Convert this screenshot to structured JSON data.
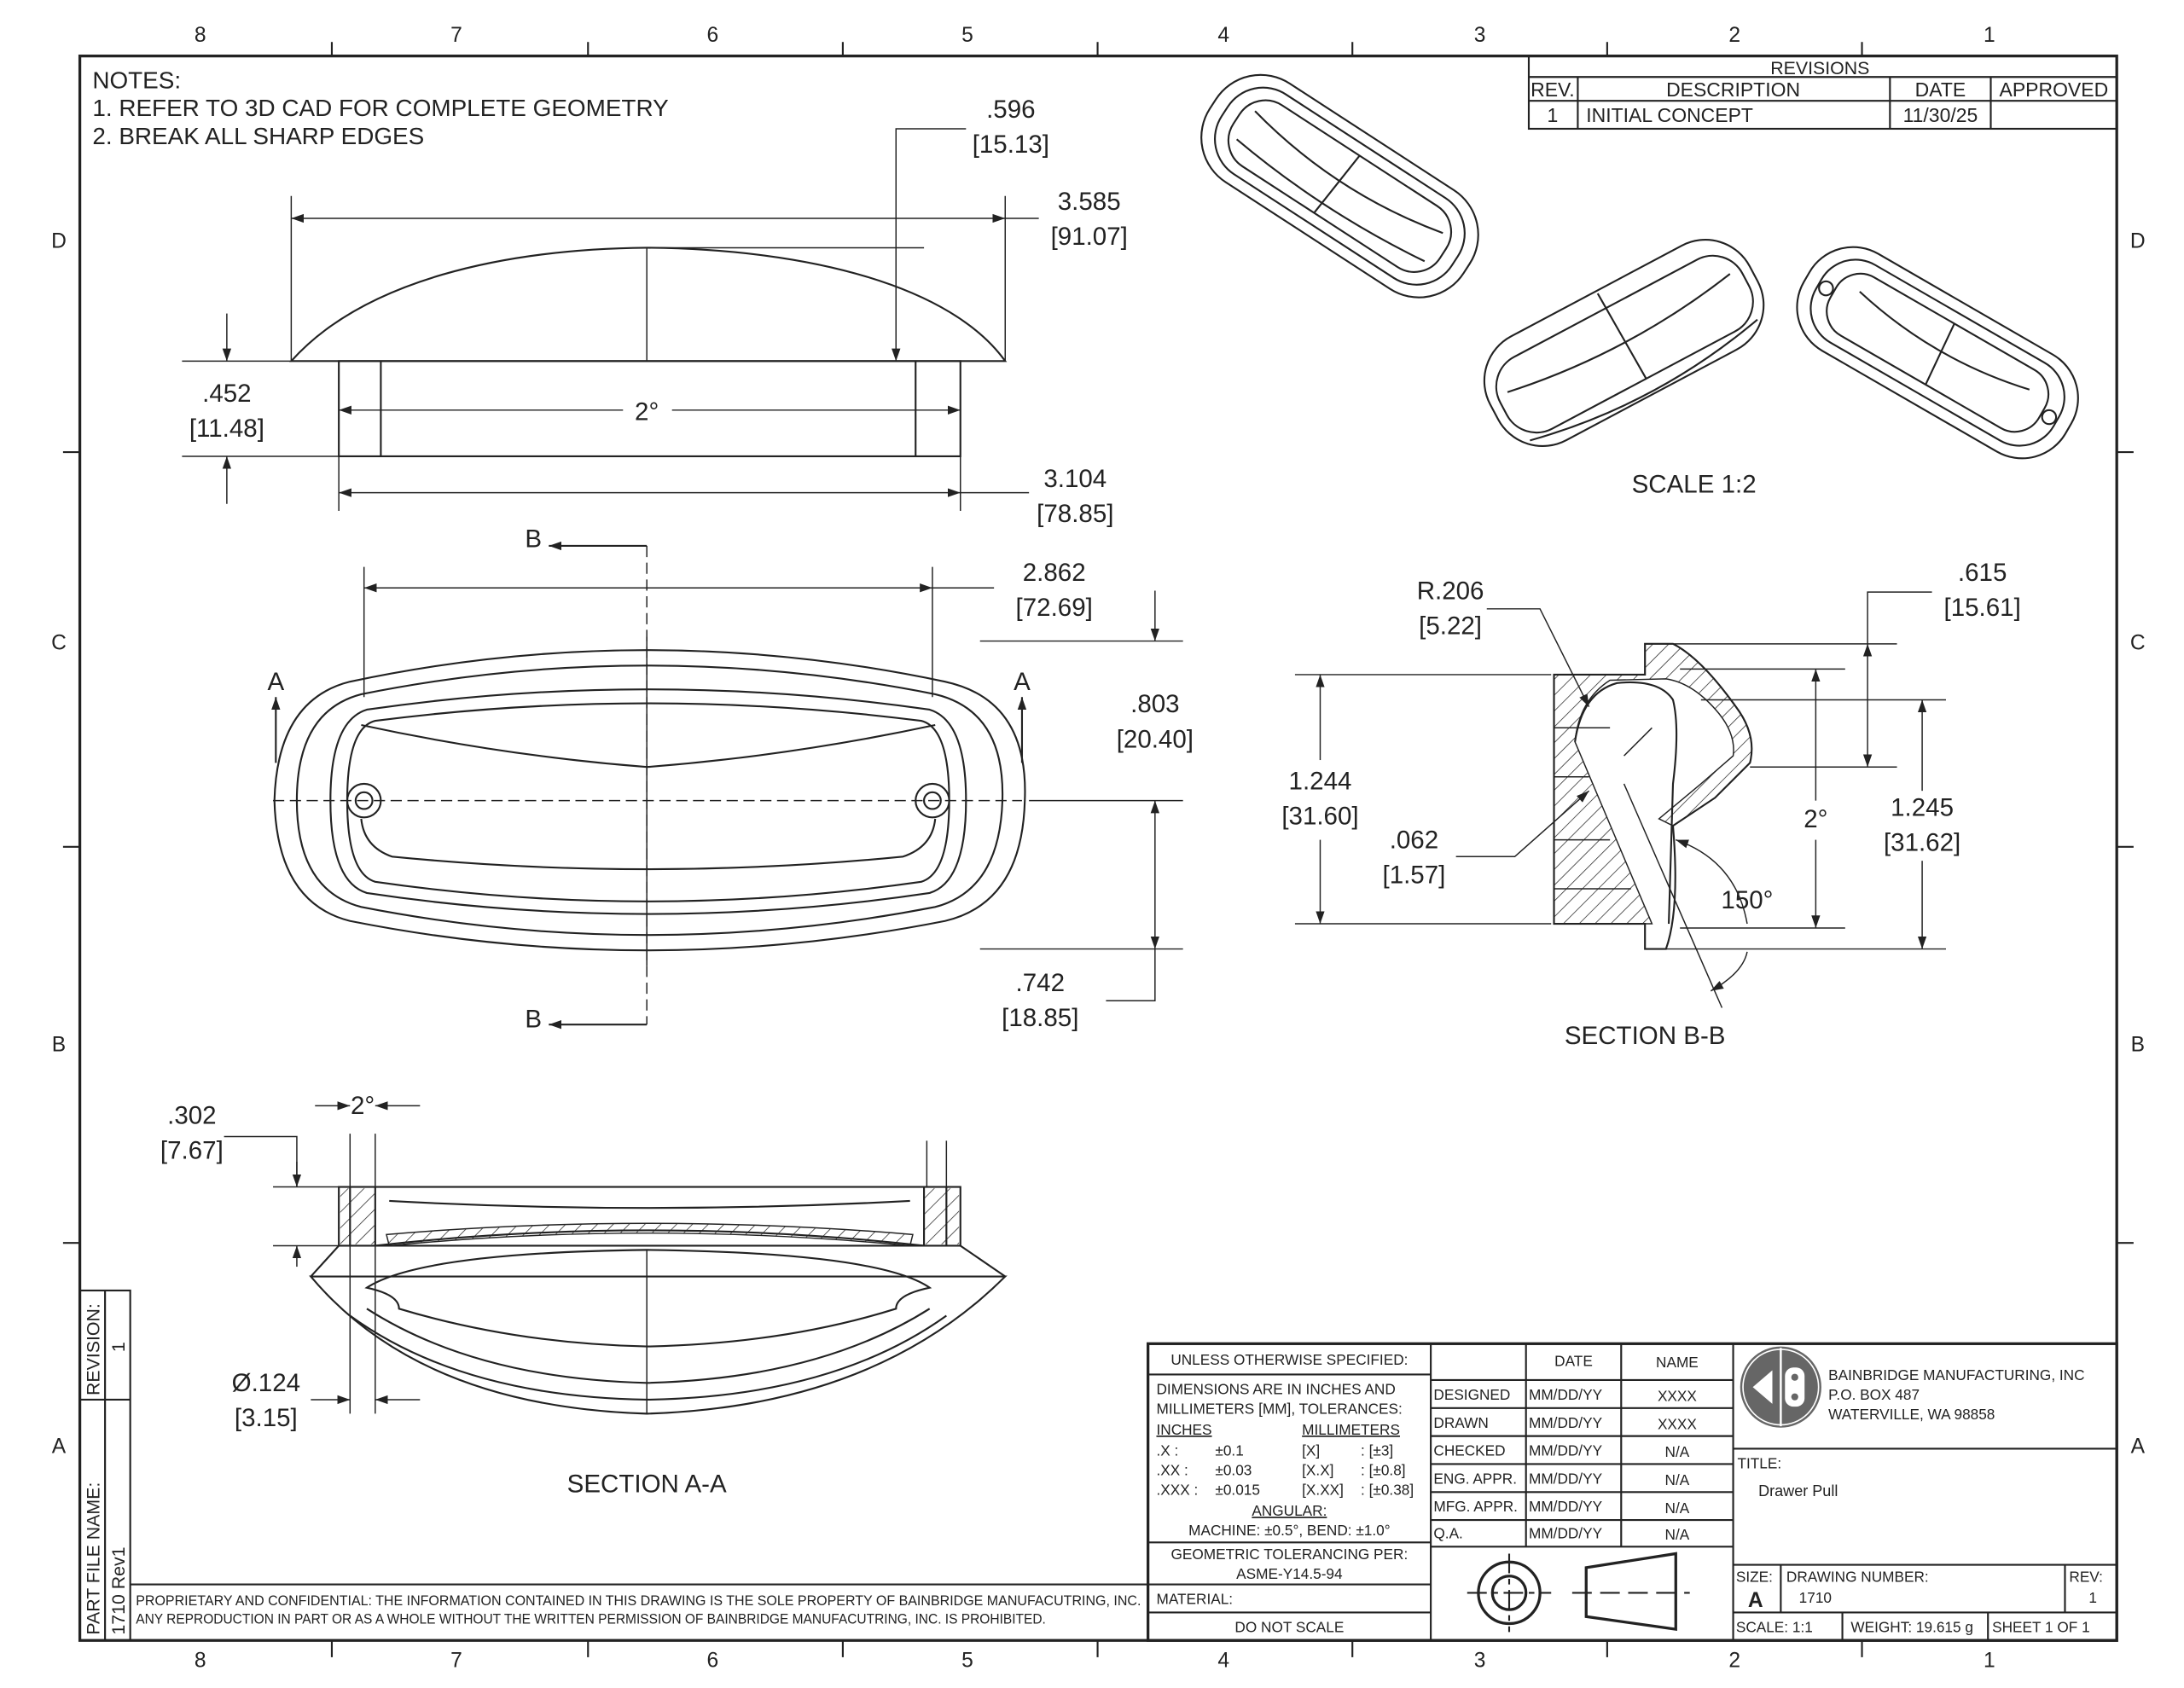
{
  "zones": {
    "cols": [
      "8",
      "7",
      "6",
      "5",
      "4",
      "3",
      "2",
      "1"
    ],
    "rows": [
      "D",
      "C",
      "B",
      "A"
    ]
  },
  "notes": {
    "heading": "NOTES:",
    "items": [
      "1.  REFER TO 3D CAD FOR COMPLETE GEOMETRY",
      "2.  BREAK ALL SHARP EDGES"
    ]
  },
  "revisions": {
    "title": "REVISIONS",
    "headers": [
      "REV.",
      "DESCRIPTION",
      "DATE",
      "APPROVED"
    ],
    "rows": [
      {
        "rev": "1",
        "description": "INITIAL CONCEPT",
        "date": "11/30/25",
        "approved": ""
      }
    ]
  },
  "dims": {
    "d596": {
      "in": ".596",
      "mm": "[15.13]"
    },
    "d3585": {
      "in": "3.585",
      "mm": "[91.07]"
    },
    "d452": {
      "in": ".452",
      "mm": "[11.48]"
    },
    "d3104": {
      "in": "3.104",
      "mm": "[78.85]"
    },
    "d2862": {
      "in": "2.862",
      "mm": "[72.69]"
    },
    "d803": {
      "in": ".803",
      "mm": "[20.40]"
    },
    "d742": {
      "in": ".742",
      "mm": "[18.85]"
    },
    "d302": {
      "in": ".302",
      "mm": "[7.67]"
    },
    "d124": {
      "in": "Ø.124",
      "mm": "[3.15]"
    },
    "r206": {
      "in": "R.206",
      "mm": "[5.22]"
    },
    "d615": {
      "in": ".615",
      "mm": "[15.61]"
    },
    "d1244": {
      "in": "1.244",
      "mm": "[31.60]"
    },
    "d062": {
      "in": ".062",
      "mm": "[1.57]"
    },
    "d1245": {
      "in": "1.245",
      "mm": "[31.62]"
    },
    "angle2": "2°",
    "angle150": "150°"
  },
  "views": {
    "section_aa": "SECTION A-A",
    "section_bb": "SECTION B-B",
    "iso_scale": "SCALE 1:2",
    "marker_a": "A",
    "marker_b": "B"
  },
  "spec": {
    "unless": "UNLESS OTHERWISE SPECIFIED:",
    "dims_line1": "DIMENSIONS ARE IN INCHES AND",
    "dims_line2": "MILLIMETERS [MM], TOLERANCES:",
    "inches": "INCHES",
    "millimeters": "MILLIMETERS",
    "tol": [
      {
        "in_label": ".X :",
        "in_val": "±0.1",
        "mm_label": "[X]",
        "mm_val": ": [±3]"
      },
      {
        "in_label": ".XX :",
        "in_val": "±0.03",
        "mm_label": "[X.X]",
        "mm_val": ": [±0.8]"
      },
      {
        "in_label": ".XXX :",
        "in_val": "±0.015",
        "mm_label": "[X.XX]",
        "mm_val": ": [±0.38]"
      }
    ],
    "angular": "ANGULAR:",
    "angular_vals": "MACHINE: ±0.5°, BEND: ±1.0°",
    "geo1": "GEOMETRIC TOLERANCING PER:",
    "geo2": "ASME-Y14.5-94",
    "material": "MATERIAL:",
    "do_not_scale": "DO NOT SCALE"
  },
  "approvals": {
    "headers": [
      "DATE",
      "NAME"
    ],
    "rows": [
      {
        "role": "DESIGNED",
        "date": "MM/DD/YY",
        "name": "XXXX"
      },
      {
        "role": "DRAWN",
        "date": "MM/DD/YY",
        "name": "XXXX"
      },
      {
        "role": "CHECKED",
        "date": "MM/DD/YY",
        "name": "N/A"
      },
      {
        "role": "ENG. APPR.",
        "date": "MM/DD/YY",
        "name": "N/A"
      },
      {
        "role": "MFG. APPR.",
        "date": "MM/DD/YY",
        "name": "N/A"
      },
      {
        "role": "Q.A.",
        "date": "MM/DD/YY",
        "name": "N/A"
      }
    ]
  },
  "company": {
    "name": "BAINBRIDGE MANUFACTURING, INC",
    "address1": "P.O. BOX 487",
    "address2": "WATERVILLE, WA 98858",
    "logo_text": "CB",
    "logo_color": "#666666"
  },
  "title_block": {
    "title_label": "TITLE:",
    "title": "Drawer Pull",
    "size_label": "SIZE:",
    "size": "A",
    "drawing_number_label": "DRAWING NUMBER:",
    "drawing_number": "1710",
    "rev_label": "REV:",
    "rev": "1",
    "scale": "SCALE: 1:1",
    "weight": "WEIGHT: 19.615 g",
    "sheet": "SHEET 1 OF 1"
  },
  "side_block": {
    "part_file_label": "PART FILE NAME:",
    "part_file": "1710 Rev1",
    "revision_label": "REVISION:",
    "revision": "1"
  },
  "proprietary": {
    "line1": "PROPRIETARY AND CONFIDENTIAL: THE INFORMATION CONTAINED IN THIS DRAWING IS THE SOLE PROPERTY OF BAINBRIDGE MANUFACUTRING, INC.",
    "line2": "ANY REPRODUCTION IN PART OR AS A WHOLE WITHOUT THE WRITTEN PERMISSION OF BAINBRIDGE MANUFACUTRING, INC. IS PROHIBITED."
  }
}
